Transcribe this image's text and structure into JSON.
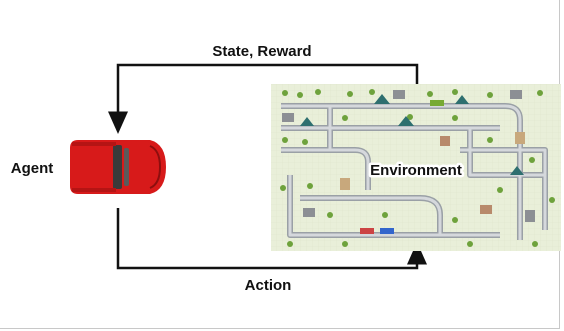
{
  "labels": {
    "state_reward": "State, Reward",
    "agent": "Agent",
    "environment": "Environment",
    "action": "Action"
  },
  "colors": {
    "arrow": "#111111",
    "car_body": "#d71a1a",
    "car_window": "#3a3a3a",
    "map_bg": "#e9efd9",
    "road": "#c9ccd1",
    "road_edge": "#9aa0a6"
  },
  "icons": {
    "agent": "red-car-icon",
    "environment": "town-map-icon"
  }
}
